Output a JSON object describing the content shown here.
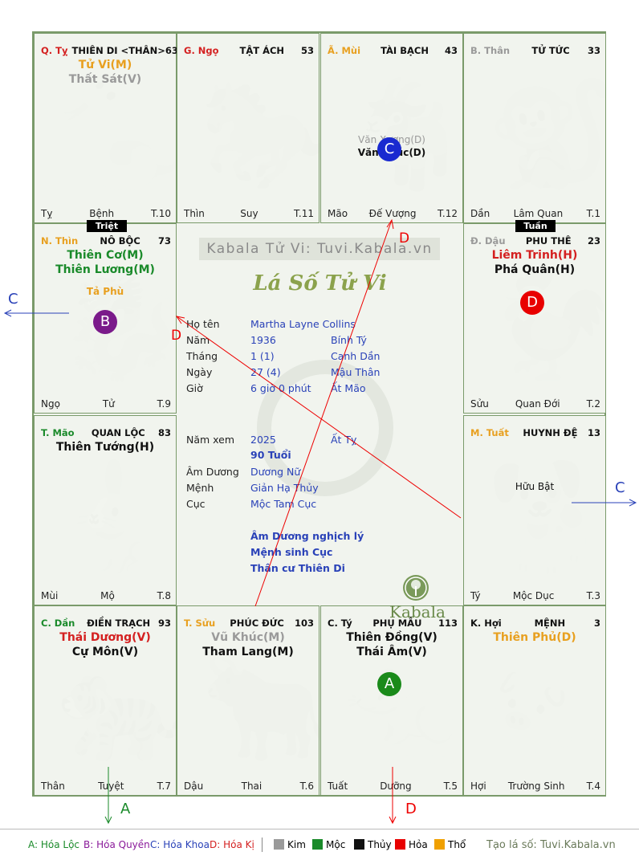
{
  "cells": [
    {
      "branch": "Q. Tỵ",
      "branch_color": "#d42020",
      "palace": "THIÊN DI <THÂN>",
      "age": "63",
      "stars": [
        {
          "t": "Tử Vi(M)",
          "c": "#e8a020"
        },
        {
          "t": "Thất Sát(V)",
          "c": "#9a9a9a"
        }
      ],
      "foot": [
        "Tỵ",
        "Bệnh",
        "T.10"
      ],
      "ghost": "🐍"
    },
    {
      "branch": "G. Ngọ",
      "branch_color": "#d42020",
      "palace": "TẬT ÁCH",
      "age": "53",
      "stars": [],
      "foot": [
        "Thìn",
        "Suy",
        "T.11"
      ],
      "ghost": "🐎"
    },
    {
      "branch": "Ã. Mùi",
      "branch_color": "#e8a020",
      "palace": "TÀI BẠCH",
      "age": "43",
      "stars": [
        {
          "t": "Văn Xương(D)",
          "c": "#9a9a9a",
          "m": true
        },
        {
          "t": "Văn Khúc(D)",
          "c": "#111",
          "m": true
        }
      ],
      "foot": [
        "Mão",
        "Đế Vượng",
        "T.12"
      ],
      "ghost": "🐐"
    },
    {
      "branch": "B. Thân",
      "branch_color": "#9a9a9a",
      "palace": "TỬ TỨC",
      "age": "33",
      "stars": [],
      "foot": [
        "Dần",
        "Lâm Quan",
        "T.1"
      ],
      "ghost": "🐒"
    },
    {
      "branch": "N. Thìn",
      "branch_color": "#e8a020",
      "palace": "NÔ BỘC",
      "age": "73",
      "stars": [
        {
          "t": "Thiên Cơ(M)",
          "c": "#1a8a2a"
        },
        {
          "t": "Thiên Lương(M)",
          "c": "#1a8a2a"
        }
      ],
      "minor": [
        {
          "t": "Tả Phù",
          "c": "#e8a020"
        }
      ],
      "foot": [
        "Ngọ",
        "Tử",
        "T.9"
      ],
      "ghost": "🐉"
    },
    {
      "branch": "Đ. Dậu",
      "branch_color": "#9a9a9a",
      "palace": "PHU THÊ",
      "age": "23",
      "stars": [
        {
          "t": "Liêm Trinh(H)",
          "c": "#d42020"
        },
        {
          "t": "Phá Quân(H)",
          "c": "#111"
        }
      ],
      "foot": [
        "Sửu",
        "Quan Đới",
        "T.2"
      ],
      "ghost": "🐓"
    },
    {
      "branch": "T. Mão",
      "branch_color": "#1a8a2a",
      "palace": "QUAN LỘC",
      "age": "83",
      "stars": [
        {
          "t": "Thiên Tướng(H)",
          "c": "#111"
        }
      ],
      "foot": [
        "Mùi",
        "Mộ",
        "T.8"
      ],
      "ghost": "🐇"
    },
    {
      "branch": "M. Tuất",
      "branch_color": "#e8a020",
      "palace": "HUYNH ĐỆ",
      "age": "13",
      "stars": [
        {
          "t": "Hữu Bật",
          "c": "#111",
          "m": true
        }
      ],
      "foot": [
        "Tý",
        "Mộc Dục",
        "T.3"
      ],
      "ghost": "🐕"
    },
    {
      "branch": "C. Dần",
      "branch_color": "#1a8a2a",
      "palace": "ĐIỀN TRẠCH",
      "age": "93",
      "stars": [
        {
          "t": "Thái Dương(V)",
          "c": "#d42020"
        },
        {
          "t": "Cự Môn(V)",
          "c": "#111"
        }
      ],
      "foot": [
        "Thân",
        "Tuyệt",
        "T.7"
      ],
      "ghost": "🐅"
    },
    {
      "branch": "T. Sửu",
      "branch_color": "#e8a020",
      "palace": "PHÚC ĐỨC",
      "age": "103",
      "stars": [
        {
          "t": "Vũ Khúc(M)",
          "c": "#9a9a9a"
        },
        {
          "t": "Tham Lang(M)",
          "c": "#111"
        }
      ],
      "foot": [
        "Dậu",
        "Thai",
        "T.6"
      ],
      "ghost": "🐂"
    },
    {
      "branch": "C. Tý",
      "branch_color": "#111",
      "palace": "PHỤ MẪU",
      "age": "113",
      "stars": [
        {
          "t": "Thiên Đồng(V)",
          "c": "#111"
        },
        {
          "t": "Thái Âm(V)",
          "c": "#111"
        }
      ],
      "foot": [
        "Tuất",
        "Dưỡng",
        "T.5"
      ],
      "ghost": "🐀"
    },
    {
      "branch": "K. Hợi",
      "branch_color": "#111",
      "palace": "MỆNH",
      "age": "3",
      "stars": [
        {
          "t": "Thiên Phủ(D)",
          "c": "#e8a020"
        }
      ],
      "foot": [
        "Hợi",
        "Trường Sinh",
        "T.4"
      ],
      "ghost": "🐖"
    }
  ],
  "tags": {
    "triet": "Triệt",
    "tuan": "Tuần"
  },
  "badges": {
    "a": "A",
    "b": "B",
    "c": "C",
    "d": "D"
  },
  "center": {
    "watermark": "Kabala Tử Vi: Tuvi.Kabala.vn",
    "title": "Lá Số Tử Vi",
    "rows": [
      {
        "label": "Họ tên",
        "v1": "Martha Layne Collins",
        "v2": ""
      },
      {
        "label": "Năm",
        "v1": "1936",
        "v2": "Bính Tý"
      },
      {
        "label": "Tháng",
        "v1": "1  (1)",
        "v2": "Canh Dần"
      },
      {
        "label": "Ngày",
        "v1": "27  (4)",
        "v2": "Mậu Thân"
      },
      {
        "label": "Giờ",
        "v1": "6 giờ 0 phút",
        "v2": "Ất Mão"
      }
    ],
    "year_view": {
      "label": "Năm xem",
      "v1": "2025",
      "v2": "Ất Tỵ"
    },
    "age": "90 Tuổi",
    "rows2": [
      {
        "label": "Âm Dương",
        "v1": "Dương Nữ"
      },
      {
        "label": "Mệnh",
        "v1": "Giản Hạ Thủy"
      },
      {
        "label": "Cục",
        "v1": "Mộc Tam Cục"
      }
    ],
    "notes": [
      "Âm Dương nghịch lý",
      "Mệnh sinh Cục",
      "Thân cư Thiên Di"
    ],
    "brand": "Kabala"
  },
  "arrows": {
    "a": "A",
    "c": "C",
    "d": "D"
  },
  "legend": {
    "items": [
      {
        "t": "A: Hóa Lộc",
        "c": "#1a8a2a"
      },
      {
        "t": "B: Hóa Quyền",
        "c": "#8a1a9a"
      },
      {
        "t": "C: Hóa Khoa",
        "c": "#2a42b8"
      },
      {
        "t": "D: Hóa Kị",
        "c": "#d42020"
      }
    ],
    "elements": [
      {
        "t": "Kim",
        "c": "#9a9a9a"
      },
      {
        "t": "Mộc",
        "c": "#1a8a2a"
      },
      {
        "t": "Thủy",
        "c": "#111111"
      },
      {
        "t": "Hỏa",
        "c": "#e80000"
      },
      {
        "t": "Thổ",
        "c": "#f0a000"
      }
    ],
    "site": "Tạo lá số: Tuvi.Kabala.vn"
  }
}
